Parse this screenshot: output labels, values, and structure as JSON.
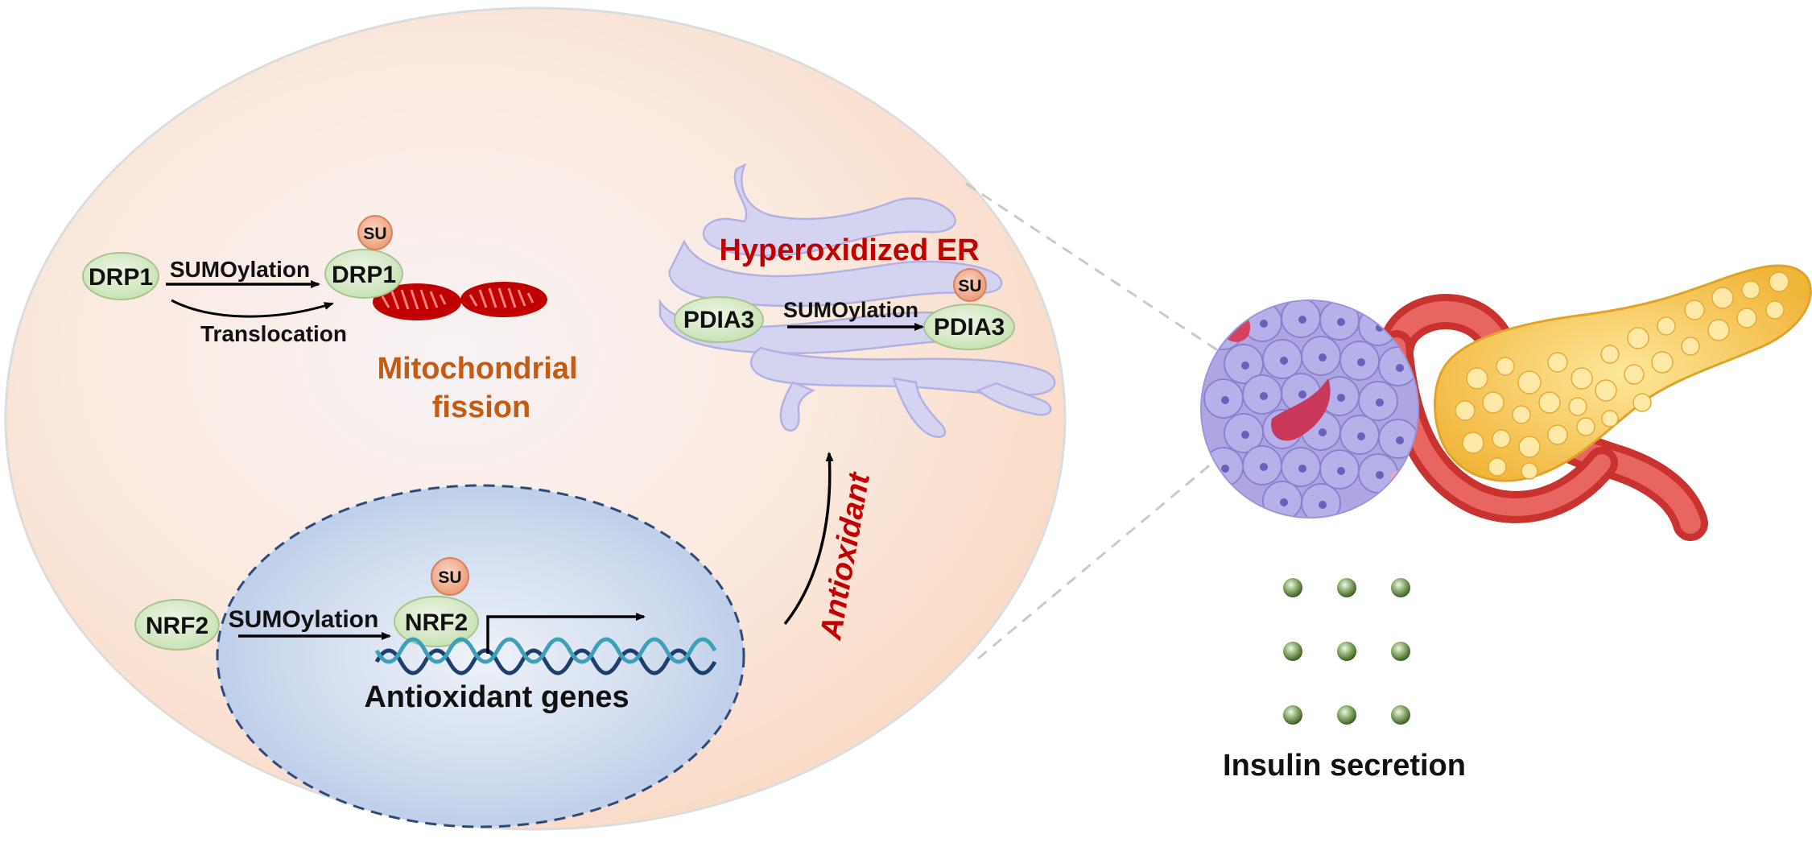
{
  "diagram": {
    "drp1": {
      "protein_left": "DRP1",
      "protein_right": "DRP1",
      "modification": "SUMOylation",
      "second_step": "Translocation",
      "tag": "SU",
      "outcome_line1": "Mitochondrial",
      "outcome_line2": "fission"
    },
    "er": {
      "title": "Hyperoxidized ER",
      "protein_left": "PDIA3",
      "protein_right": "PDIA3",
      "modification": "SUMOylation",
      "tag": "SU"
    },
    "nrf2": {
      "protein_left": "NRF2",
      "protein_right": "NRF2",
      "modification": "SUMOylation",
      "tag": "SU",
      "genes_label": "Antioxidant  genes"
    },
    "pathway_label": "Antioxidant",
    "output_label": "Insulin secretion",
    "colors": {
      "cell_fill": "#fbe3d3",
      "nucleus_fill": "#c7d6ee",
      "protein_fill": "#d9ecc9",
      "tag_fill": "#f4b79a",
      "mito_red": "#c00000",
      "er_lavender": "#d4d3f0",
      "process_red": "#c00000",
      "fission_orange": "#c55a11",
      "islet_purple": "#ada6e3",
      "pancreas_yellow": "#f6c64a",
      "vessel_red": "#e4514f",
      "granule_green": "#3f6b24"
    }
  }
}
